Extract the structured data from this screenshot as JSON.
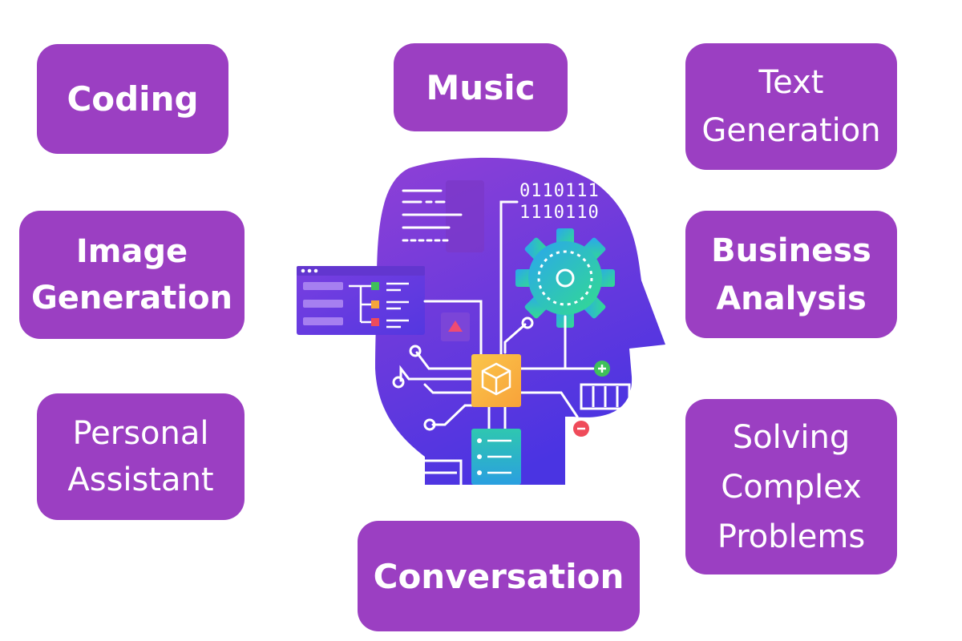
{
  "topics": {
    "coding": "Coding",
    "music": "Music",
    "text_generation": "Text Generation",
    "image_generation": "Image Generation",
    "business_analysis": "Business Analysis",
    "personal_assistant": "Personal Assistant",
    "solving_complex_problems": "Solving Complex Problems",
    "conversation": "Conversation"
  },
  "illustration": {
    "binary_line_1": "0110111",
    "binary_line_2": "1110110"
  },
  "colors": {
    "tile_fill": "#9b3fc2",
    "tile_text": "#ffffff",
    "head_gradient_top": "#8a3fd8",
    "head_gradient_bottom": "#4b32e0",
    "gear_cyan": "#2bb3e8",
    "gear_green": "#2fd49a",
    "chip_yellow": "#fbbf3c",
    "server_teal": "#2fc0a6",
    "plus_green": "#3fc05a",
    "minus_red": "#ef4b5a"
  }
}
